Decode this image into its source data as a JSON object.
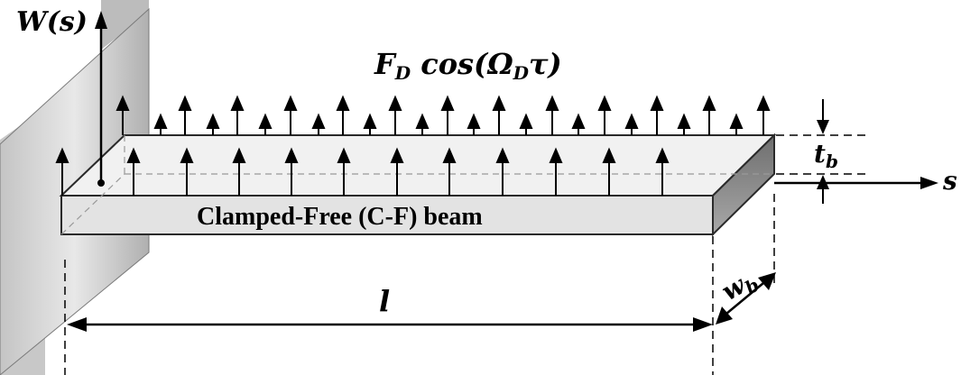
{
  "labels": {
    "w_axis": "W(s)",
    "s_axis": "s",
    "force_F": "F",
    "force_F_sub": "D",
    "force_cos": " cos(",
    "force_omega": "Ω",
    "force_omega_sub": "D",
    "force_tau": "τ)",
    "beam": "Clamped-Free (C-F) beam",
    "length": "l",
    "thickness": "t",
    "thickness_sub": "b",
    "width": "w",
    "width_sub": "b"
  },
  "colors": {
    "ink": "#000000",
    "beam_face": "#e6e6e6",
    "beam_top": "#f3f3f3",
    "beam_end": "#8a8a8a",
    "wall_light": "#dcdcdc",
    "wall_dark": "#9a9a9a"
  }
}
